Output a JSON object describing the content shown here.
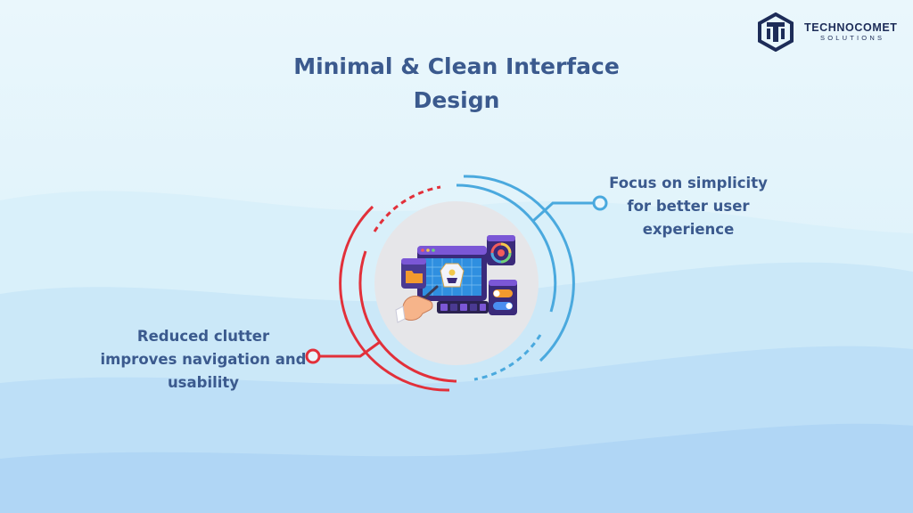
{
  "brand": {
    "name": "TECHNOCOMET",
    "tagline": "SOLUTIONS"
  },
  "slide": {
    "title_line1": "Minimal & Clean Interface",
    "title_line2": "Design",
    "right_caption": [
      "Focus on simplicity",
      "for better user",
      "experience"
    ],
    "left_caption": [
      "Reduced clutter",
      "improves navigation and",
      "usability"
    ]
  },
  "colors": {
    "title": "#3b5a8e",
    "accent_red": "#e2303a",
    "accent_blue": "#4aa9de",
    "logo": "#1d2c58",
    "panel_purple": "#7b57d6",
    "canvas_blue": "#2f8fe0"
  },
  "icons": {
    "logo": "technocomet-logo-icon",
    "illustration": "design-interface-illustration"
  }
}
